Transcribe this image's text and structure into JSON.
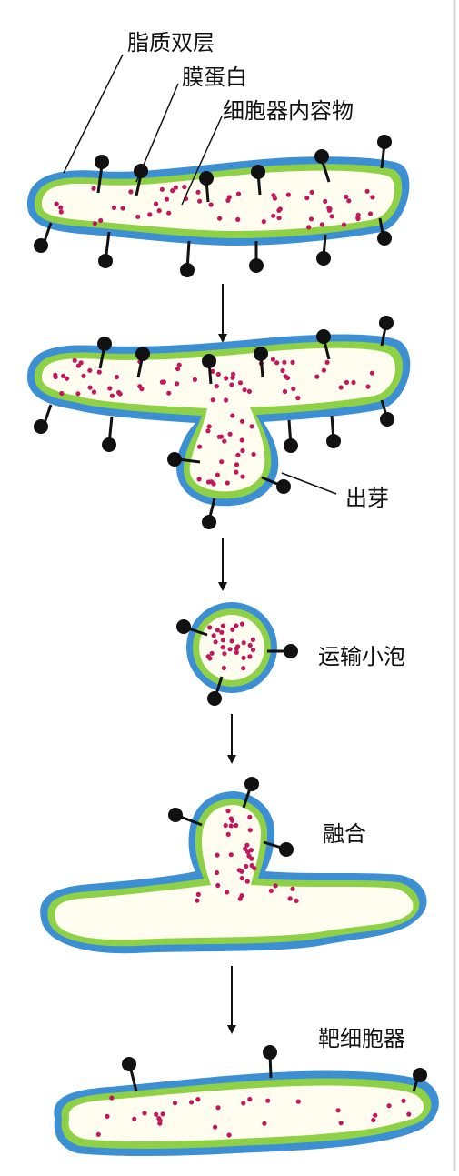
{
  "labels": {
    "lipid_bilayer": "脂质双层",
    "membrane_protein": "膜蛋白",
    "organelle_contents": "细胞器内容物",
    "budding": "出芽",
    "transport_vesicle": "运输小泡",
    "fusion": "融合",
    "target_organelle": "靶细胞器"
  },
  "colors": {
    "membrane_outer": "#3d8fd3",
    "membrane_middle": "#8fd146",
    "membrane_inner_lumen": "#fffdf0",
    "content_dot": "#c2185b",
    "protein": "#111111",
    "arrow": "#111111"
  }
}
